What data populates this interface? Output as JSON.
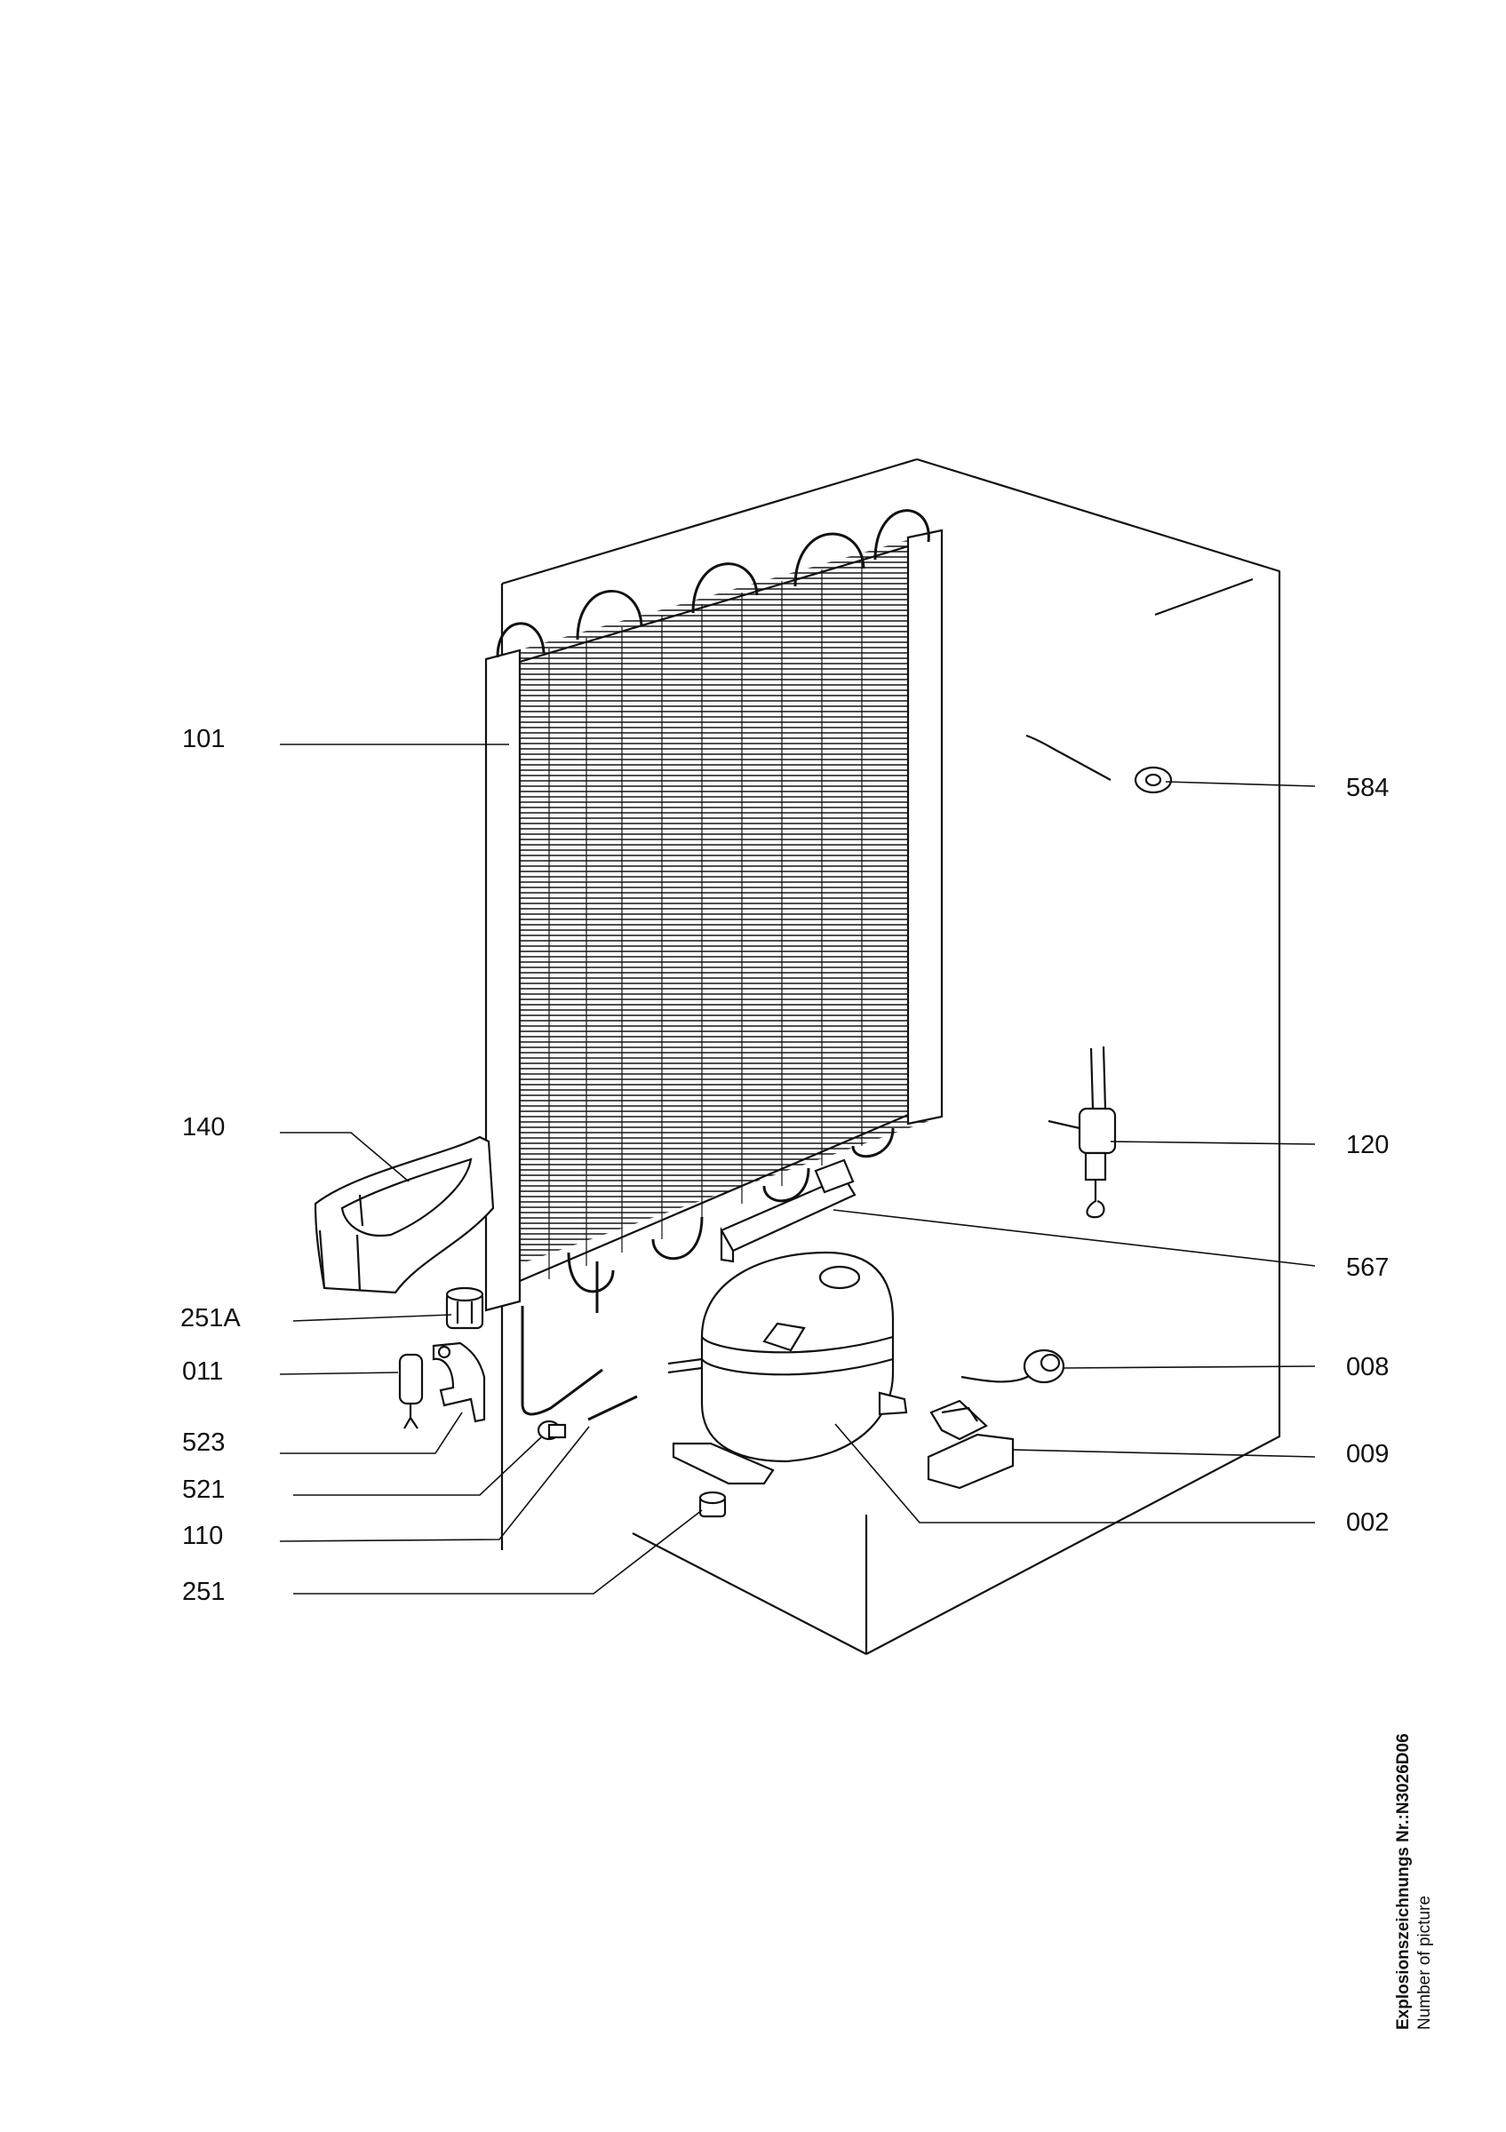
{
  "parts_left": [
    {
      "id": "p101",
      "label": "101"
    },
    {
      "id": "p140",
      "label": "140"
    },
    {
      "id": "p251a",
      "label": "251A"
    },
    {
      "id": "p011",
      "label": "011"
    },
    {
      "id": "p523",
      "label": "523"
    },
    {
      "id": "p521",
      "label": "521"
    },
    {
      "id": "p110",
      "label": "110"
    },
    {
      "id": "p251",
      "label": "251"
    }
  ],
  "parts_right": [
    {
      "id": "p584",
      "label": "584"
    },
    {
      "id": "p120",
      "label": "120"
    },
    {
      "id": "p567",
      "label": "567"
    },
    {
      "id": "p008",
      "label": "008"
    },
    {
      "id": "p009",
      "label": "009"
    },
    {
      "id": "p002",
      "label": "002"
    }
  ],
  "caption": {
    "title": "Explosionszeichnungs Nr.:N3026D06",
    "subtitle": "Number of picture"
  }
}
